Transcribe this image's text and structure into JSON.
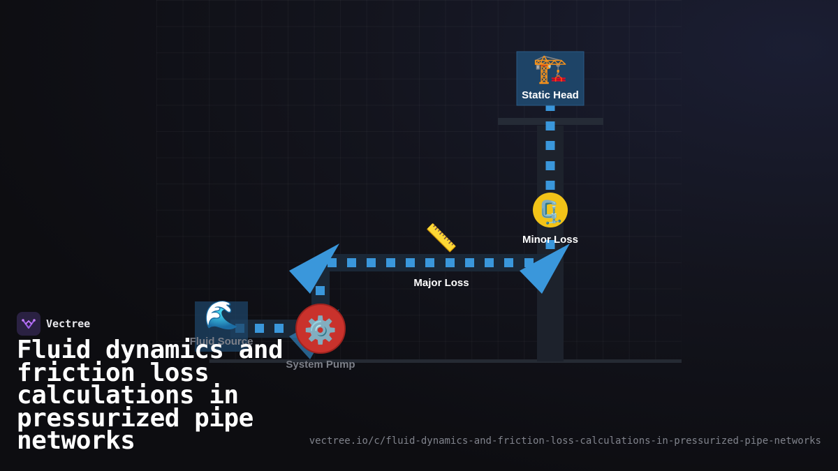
{
  "diagram": {
    "nodes": {
      "static_head": {
        "label": "Static Head",
        "icon": "construction-crane-icon",
        "glyph": "🏗️"
      },
      "minor_loss": {
        "label": "Minor Loss",
        "icon": "clamp-icon",
        "glyph": "🗜️"
      },
      "major_loss": {
        "label": "Major Loss",
        "icon": "ruler-icon",
        "glyph": "📏"
      },
      "fluid_source": {
        "label": "Fluid Source",
        "icon": "water-wave-icon",
        "glyph": "🌊"
      },
      "system_pump": {
        "label": "System Pump",
        "icon": "gear-icon",
        "glyph": "⚙️"
      }
    },
    "colors": {
      "flow": "#3a97db",
      "pipe": "#1a2736",
      "pump": "#c9322c",
      "minor_loss_badge": "#f2c318",
      "box": "#1e4467"
    }
  },
  "brand": {
    "name": "Vectree",
    "logo_icon": "vectree-logo-icon"
  },
  "title": "Fluid dynamics and friction loss calculations in pressurized pipe networks",
  "url": "vectree.io/c/fluid-dynamics-and-friction-loss-calculations-in-pressurized-pipe-networks"
}
